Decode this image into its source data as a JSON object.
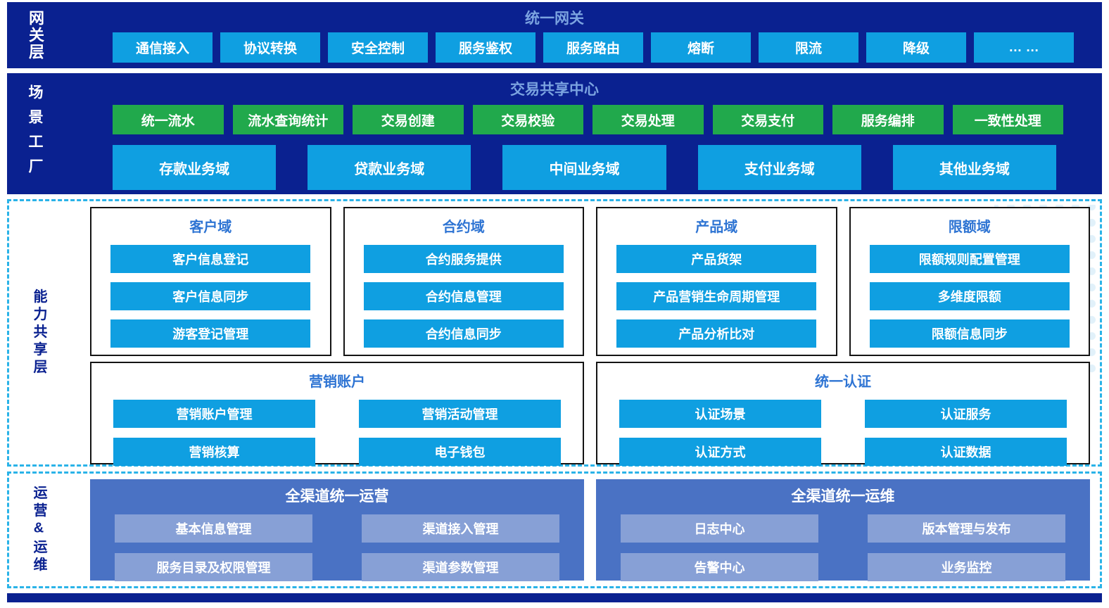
{
  "gateway_layer": {
    "side_label": "网关层",
    "title": "统一网关",
    "items": [
      "通信接入",
      "协议转换",
      "安全控制",
      "服务鉴权",
      "服务路由",
      "熔断",
      "限流",
      "降级",
      "… …"
    ]
  },
  "scenario_factory": {
    "side_label": "场景工厂",
    "title": "交易共享中心",
    "green_items": [
      "统一流水",
      "流水查询统计",
      "交易创建",
      "交易校验",
      "交易处理",
      "交易支付",
      "服务编排",
      "一致性处理"
    ],
    "domain_items": [
      "存款业务域",
      "贷款业务域",
      "中间业务域",
      "支付业务域",
      "其他业务域"
    ]
  },
  "capability_layer": {
    "side_label": "能力共享层",
    "groups": [
      {
        "title": "客户域",
        "items": [
          "客户信息登记",
          "客户信息同步",
          "游客登记管理"
        ]
      },
      {
        "title": "合约域",
        "items": [
          "合约服务提供",
          "合约信息管理",
          "合约信息同步"
        ]
      },
      {
        "title": "产品域",
        "items": [
          "产品货架",
          "产品营销生命周期管理",
          "产品分析比对"
        ]
      },
      {
        "title": "限额域",
        "items": [
          "限额规则配置管理",
          "多维度限额",
          "限额信息同步"
        ]
      }
    ],
    "wide_groups": [
      {
        "title": "营销账户",
        "items": [
          "营销账户管理",
          "营销活动管理",
          "营销核算",
          "电子钱包"
        ]
      },
      {
        "title": "统一认证",
        "items": [
          "认证场景",
          "认证服务",
          "认证方式",
          "认证数据"
        ]
      }
    ]
  },
  "ops_layer": {
    "side_label": "运营&运维",
    "panels": [
      {
        "title": "全渠道统一运营",
        "items": [
          "基本信息管理",
          "渠道接入管理",
          "服务目录及权限管理",
          "渠道参数管理"
        ]
      },
      {
        "title": "全渠道统一运维",
        "items": [
          "日志中心",
          "版本管理与发布",
          "告警中心",
          "业务监控"
        ]
      }
    ]
  },
  "colors": {
    "navy": "#0a2190",
    "bright_blue": "#0f9fe1",
    "green": "#21a94c",
    "panel_blue": "#4a72c4",
    "panel_light_blue": "#87a0d6",
    "dashed_border": "#2ab3e8",
    "band_title_text": "#7ba3e0",
    "group_title_text": "#2e74d3"
  }
}
